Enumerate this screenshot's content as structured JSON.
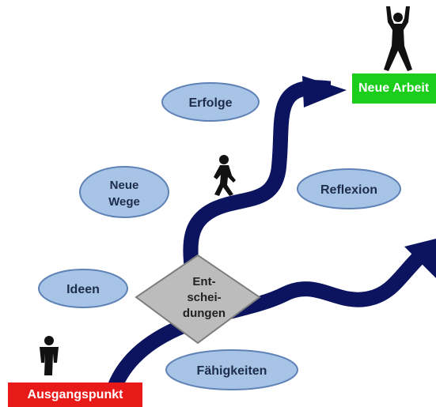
{
  "colors": {
    "path": "#0c1460",
    "bubble_fill": "#a7c3e6",
    "bubble_stroke": "#5f82b6",
    "diamond_fill": "#bcbcbc",
    "diamond_stroke": "#7e7e7e",
    "start_box": "#e81919",
    "goal_box": "#1bce1b",
    "figure": "#111111"
  },
  "start": {
    "label": "Ausgangspunkt"
  },
  "goal": {
    "label": "Neue Arbeit"
  },
  "bubbles": [
    {
      "id": "erfolge",
      "lines": [
        "Erfolge"
      ]
    },
    {
      "id": "neue-wege",
      "lines": [
        "Neue",
        "Wege"
      ]
    },
    {
      "id": "reflexion",
      "lines": [
        "Reflexion"
      ]
    },
    {
      "id": "ideen",
      "lines": [
        "Ideen"
      ]
    },
    {
      "id": "faehigkeiten",
      "lines": [
        "Fähigkeiten"
      ]
    }
  ],
  "decision": {
    "lines": [
      "Ent-",
      "schei-",
      "dungen"
    ]
  },
  "icons": [
    "standing-person-icon",
    "walking-person-icon",
    "cheering-person-icon"
  ]
}
